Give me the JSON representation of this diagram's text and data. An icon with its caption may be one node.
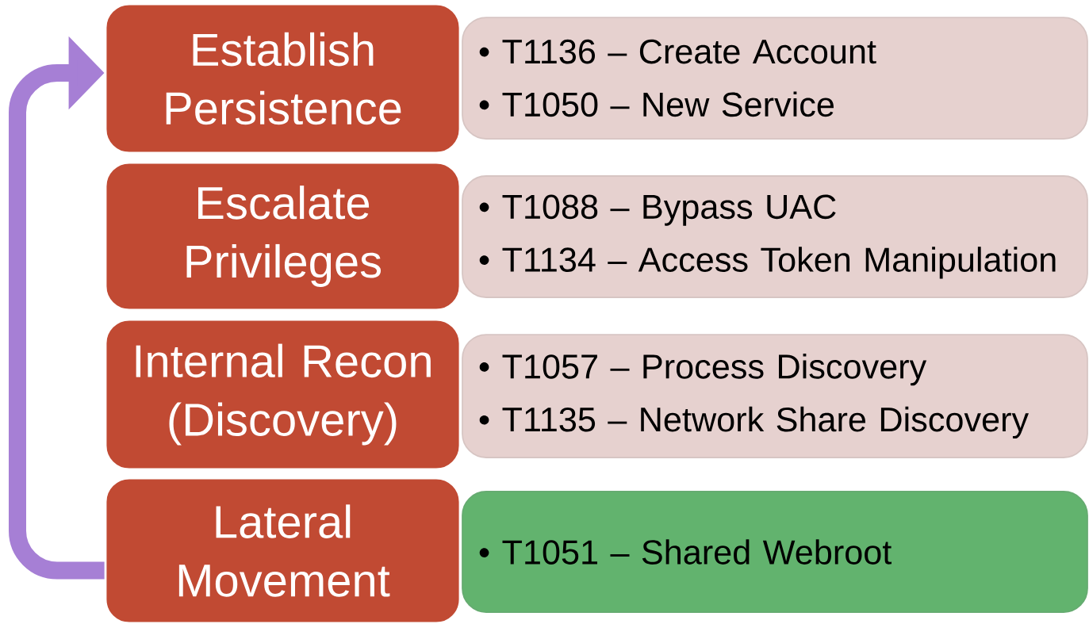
{
  "diagram": {
    "nodes": [
      {
        "text": [
          "Establish Persistence"
        ]
      },
      {
        "text": [
          "• T1136 – Create Account",
          "• T1050 – New Service"
        ]
      },
      {
        "text": [
          "Escalate Privileges"
        ]
      },
      {
        "text": [
          "• T1088 – Bypass UAC",
          "• T1134 – Access Token Manipulation"
        ]
      },
      {
        "text": [
          "Internal Recon (Discovery)"
        ]
      },
      {
        "text": [
          "• T1057 – Process Discovery",
          "• T1135 – Network Share Discovery"
        ]
      },
      {
        "text": [
          "Lateral Movement"
        ]
      },
      {
        "text": [
          "• T1051 – Shared Webroot"
        ]
      }
    ],
    "edges": [
      {
        "from": 6,
        "to": 0,
        "arrow": "to",
        "color": "#a67fd5"
      }
    ]
  }
}
